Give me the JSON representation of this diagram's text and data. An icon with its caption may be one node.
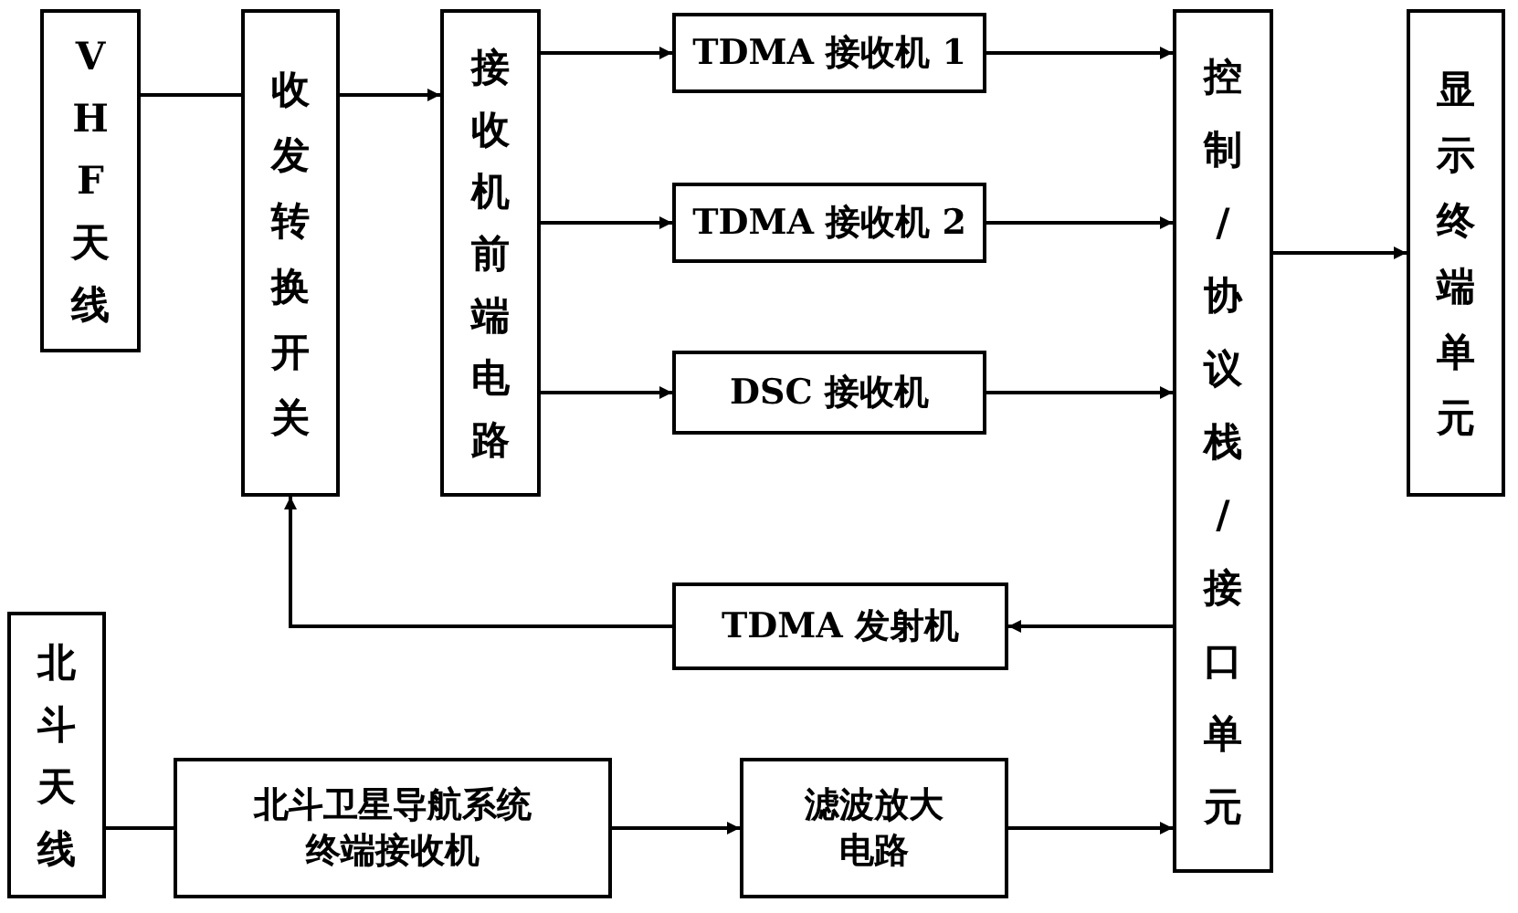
{
  "diagram": {
    "nodes": [
      {
        "text": [
          "VHF天线"
        ]
      },
      {
        "text": [
          "收发转换开关"
        ]
      },
      {
        "text": [
          "接收机前端电路"
        ]
      },
      {
        "text": [
          "TDMA 接收机 1"
        ]
      },
      {
        "text": [
          "TDMA 接收机 2"
        ]
      },
      {
        "text": [
          "DSC 接收机"
        ]
      },
      {
        "text": [
          "控制/协议栈/接口单元"
        ]
      },
      {
        "text": [
          "显示终端单元"
        ]
      },
      {
        "text": [
          "TDMA 发射机"
        ]
      },
      {
        "text": [
          "北斗天线"
        ]
      },
      {
        "text": [
          "北斗卫星导航系统终端接收机"
        ]
      },
      {
        "text": [
          "滤波放大电路"
        ]
      }
    ],
    "edges": [
      {
        "from": 0,
        "to": 1,
        "arrow": "none"
      },
      {
        "from": 1,
        "to": 2,
        "arrow": "to"
      },
      {
        "from": 2,
        "to": 3,
        "arrow": "to"
      },
      {
        "from": 2,
        "to": 4,
        "arrow": "to"
      },
      {
        "from": 2,
        "to": 5,
        "arrow": "to"
      },
      {
        "from": 3,
        "to": 6,
        "arrow": "to"
      },
      {
        "from": 4,
        "to": 6,
        "arrow": "to"
      },
      {
        "from": 5,
        "to": 6,
        "arrow": "to"
      },
      {
        "from": 6,
        "to": 7,
        "arrow": "to"
      },
      {
        "from": 6,
        "to": 8,
        "arrow": "to"
      },
      {
        "from": 8,
        "to": 1,
        "arrow": "to"
      },
      {
        "from": 9,
        "to": 10,
        "arrow": "none"
      },
      {
        "from": 10,
        "to": 11,
        "arrow": "to"
      },
      {
        "from": 11,
        "to": 6,
        "arrow": "to"
      }
    ]
  }
}
